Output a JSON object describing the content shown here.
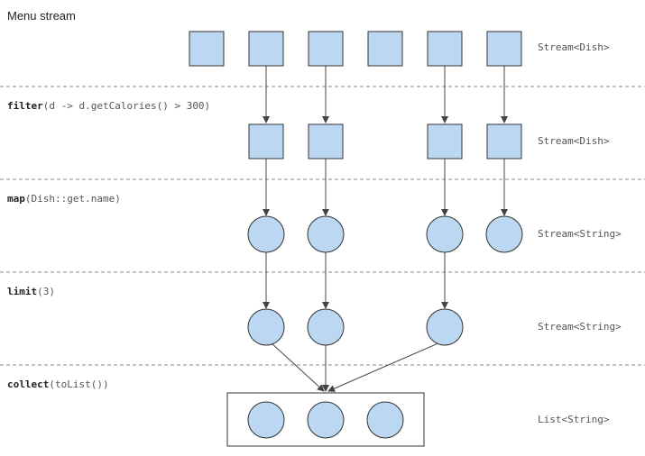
{
  "title": "Menu stream",
  "stages": [
    {
      "keyword": "",
      "args": "",
      "type": "Stream<Dish>"
    },
    {
      "keyword": "filter",
      "args": "(d -> d.getCalories() > 300)",
      "type": "Stream<Dish>"
    },
    {
      "keyword": "map",
      "args": "(Dish::get.name)",
      "type": "Stream<String>"
    },
    {
      "keyword": "limit",
      "args": "(3)",
      "type": "Stream<String>"
    },
    {
      "keyword": "collect",
      "args": "(toList())",
      "type": "List<String>"
    }
  ],
  "colors": {
    "element_fill": "#bcd7f2",
    "element_stroke": "#333333",
    "arrow": "#444444",
    "divider": "#888888"
  }
}
